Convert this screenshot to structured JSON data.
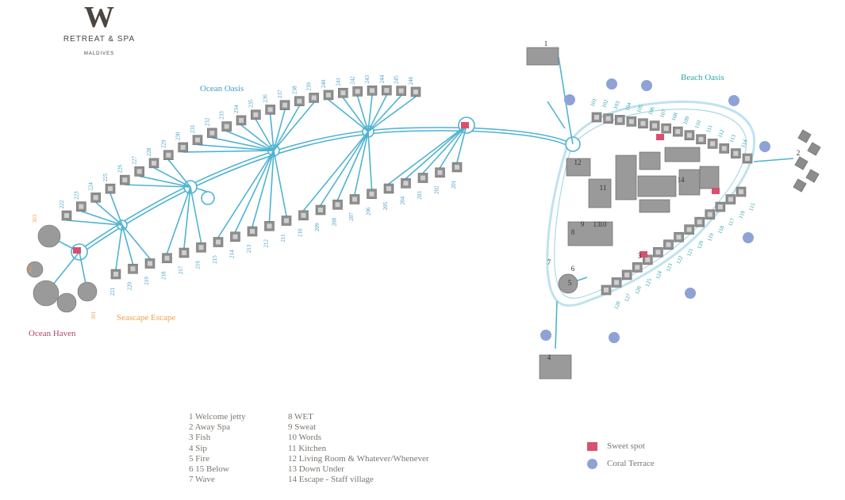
{
  "brand": {
    "mark": "W",
    "name": "RETREAT & SPA",
    "location": "MALDIVES"
  },
  "zones": {
    "ocean_oasis": "Ocean Oasis",
    "beach_oasis": "Beach Oasis",
    "seascape_escape": "Seascape Escape",
    "ocean_haven": "Ocean Haven"
  },
  "villas": {
    "ocean_top": [
      "222",
      "223",
      "224",
      "225",
      "226",
      "227",
      "228",
      "229",
      "230",
      "231",
      "232",
      "233",
      "234",
      "235",
      "236",
      "237",
      "238",
      "239",
      "240",
      "241",
      "242",
      "243",
      "244",
      "245",
      "246"
    ],
    "ocean_bottom": [
      "221",
      "220",
      "219",
      "218",
      "217",
      "216",
      "215",
      "214",
      "213",
      "212",
      "211",
      "210",
      "209",
      "208",
      "207",
      "206",
      "205",
      "204",
      "203",
      "202",
      "201"
    ],
    "beach_top": [
      "101",
      "102",
      "103",
      "104",
      "105",
      "106",
      "107",
      "108",
      "109",
      "110",
      "111",
      "112",
      "113",
      "114"
    ],
    "beach_bottom": [
      "115",
      "116",
      "117",
      "118",
      "119",
      "120",
      "121",
      "122",
      "123",
      "124",
      "125",
      "126",
      "127",
      "128"
    ],
    "haven": [
      "301",
      "302",
      "303"
    ]
  },
  "map_numbers": [
    "1",
    "2",
    "3",
    "4",
    "5",
    "6",
    "7",
    "8",
    "9",
    "10",
    "11",
    "12",
    "13",
    "14"
  ],
  "legend_left": [
    "1 Welcome jetty",
    "2 Away Spa",
    "3 Fish",
    "4 Sip",
    "5 Fire",
    "6 15 Below",
    "7 Wave"
  ],
  "legend_right": [
    "8 WET",
    "9 Sweat",
    "10 Words",
    "11 Kitchen",
    "12 Living Room & Whatever/Whenever",
    "13 Down Under",
    "14 Escape - Staff village"
  ],
  "key": {
    "sweet_spot": "Sweet spot",
    "coral_terrace": "Coral Terrace"
  },
  "colors": {
    "water_path": "#4fb3d3",
    "villa": "#8f8f8f",
    "building": "#9a9a9a",
    "sweet_spot": "#d9506f",
    "coral_terrace": "#8fa2d6",
    "ocean_label": "#3f9ecb",
    "beach_label": "#2fa7a9",
    "seascape_label": "#f0a050",
    "haven_label": "#b0456a",
    "haven_number": "#f0a050"
  }
}
